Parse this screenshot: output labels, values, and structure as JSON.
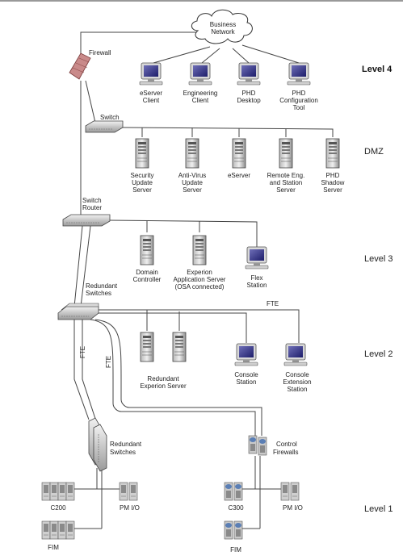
{
  "levels": {
    "l4": "Level 4",
    "dmz": "DMZ",
    "l3": "Level 3",
    "l2": "Level 2",
    "l1": "Level 1"
  },
  "cloud": {
    "line1": "Business",
    "line2": "Network"
  },
  "firewall": "Firewall",
  "switch": "Switch",
  "switch_router": {
    "line1": "Switch",
    "line2": "Router"
  },
  "redundant_switches_top": {
    "line1": "Redundant",
    "line2": "Switches"
  },
  "level4_nodes": [
    {
      "l1": "eServer",
      "l2": "Client"
    },
    {
      "l1": "Engineering",
      "l2": "Client"
    },
    {
      "l1": "PHD",
      "l2": "Desktop"
    },
    {
      "l1": "PHD",
      "l2": "Configuration",
      "l3": "Tool"
    }
  ],
  "dmz_nodes": [
    {
      "l1": "Security",
      "l2": "Update",
      "l3": "Server"
    },
    {
      "l1": "Anti-Virus",
      "l2": "Update",
      "l3": "Server"
    },
    {
      "l1": "eServer"
    },
    {
      "l1": "Remote Eng.",
      "l2": "and Station",
      "l3": "Server"
    },
    {
      "l1": "PHD",
      "l2": "Shadow",
      "l3": "Server"
    }
  ],
  "level3_nodes": [
    {
      "l1": "Domain",
      "l2": "Controller"
    },
    {
      "l1": "Experion",
      "l2": "Application Server",
      "l3": "(OSA connected)"
    },
    {
      "l1": "Flex",
      "l2": "Station"
    }
  ],
  "fte": "FTE",
  "level2_nodes": [
    {
      "l1": "Redundant",
      "l2": "Experion Server"
    },
    {
      "l1": "Console",
      "l2": "Station"
    },
    {
      "l1": "Console",
      "l2": "Extension",
      "l3": "Station"
    }
  ],
  "redundant_switches_bottom": {
    "line1": "Redundant",
    "line2": "Switches"
  },
  "control_firewalls": {
    "line1": "Control",
    "line2": "Firewalls"
  },
  "level1_nodes": {
    "c200": "C200",
    "pmio_left": "PM I/O",
    "fim_left": "FIM",
    "c300": "C300",
    "pmio_right": "PM I/O",
    "fim_right": "FIM"
  }
}
